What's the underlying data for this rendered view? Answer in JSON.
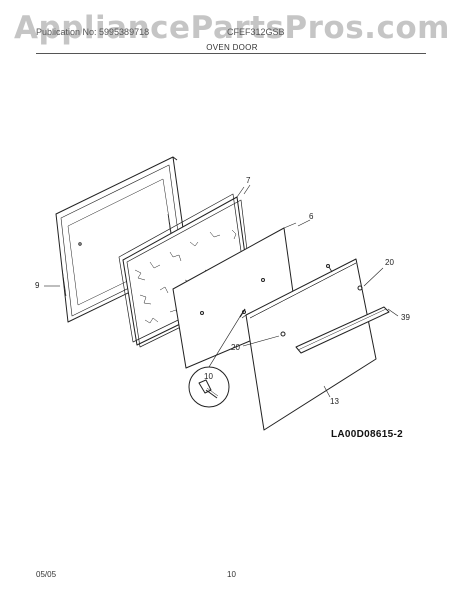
{
  "watermark": "AppliancePartsPros.com",
  "header": {
    "left_text": "Publication No: 5995389718",
    "right_text": "CFEF312GSB",
    "section_title": "OVEN DOOR"
  },
  "callouts": [
    "7",
    "6",
    "9",
    "20",
    "39",
    "20",
    "10",
    "13"
  ],
  "diagram_code": "LA00D08615-2",
  "footer": {
    "date": "05/05",
    "page": "10"
  },
  "colors": {
    "line": "#222222",
    "watermark": "#969696"
  }
}
